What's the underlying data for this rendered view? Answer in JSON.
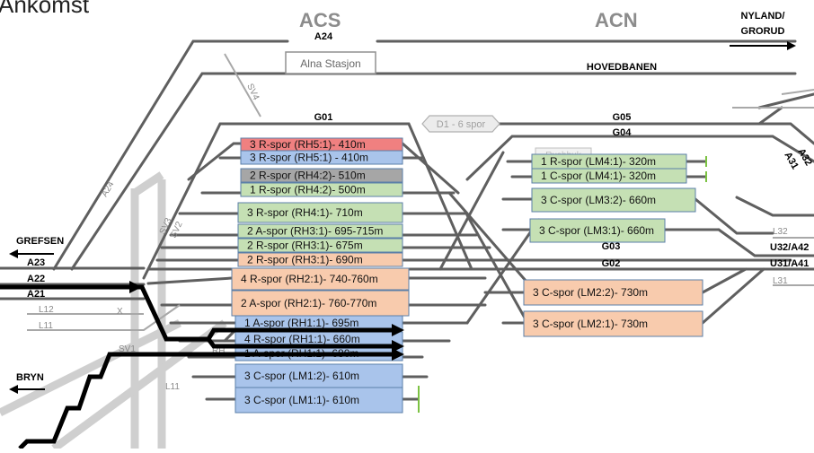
{
  "title": "Ankomst",
  "stations": {
    "acs": "ACS",
    "acn": "ACN"
  },
  "directions": {
    "nyland_line1": "NYLAND/",
    "nyland_line2": "GRORUD",
    "grefsen": "GREFSEN",
    "bryn": "BRYN"
  },
  "station_box": "Alna Stasjon",
  "d1_label": "D1 - 6 spor",
  "track_labels": {
    "a24_top": "A24",
    "hovedbanen": "HOVEDBANEN",
    "g01": "G01",
    "g05": "G05",
    "g04": "G04",
    "g03": "G03",
    "g02": "G02",
    "a32": "A32",
    "a31": "A31",
    "a23": "A23",
    "a22": "A22",
    "a21": "A21",
    "u32": "U32/A42",
    "u31": "U31/A41"
  },
  "grey_labels": {
    "sv4": "SV4",
    "a24_diag": "A24",
    "sv3": "SV3",
    "sv2": "SV2",
    "sv1": "SV1",
    "l12": "L12",
    "l11": "L11",
    "x": "X",
    "l11b": "L11",
    "l32": "L32",
    "l31": "L31",
    "rh": "RH",
    "faded": "Rushbuk"
  },
  "colors": {
    "red": "#f08080",
    "blue": "#a9c4eb",
    "grey": "#a6a6a6",
    "green": "#c5e0b4",
    "orange": "#f8cbad"
  },
  "acs_boxes": [
    {
      "text": "3 R-spor (RH5:1)- 410m",
      "color": "red"
    },
    {
      "text": "3 R-spor (RH5:1) - 410m",
      "color": "blue"
    },
    {
      "text": "2 R-spor (RH4:2)- 510m",
      "color": "grey"
    },
    {
      "text": "1 R-spor (RH4:2)- 500m",
      "color": "green"
    },
    {
      "text": "3 R-spor (RH4:1)- 710m",
      "color": "green"
    },
    {
      "text": "2 A-spor (RH3:1)- 695-715m",
      "color": "green"
    },
    {
      "text": "2 R-spor (RH3:1)- 675m",
      "color": "green"
    },
    {
      "text": "2 R-spor (RH3:1)- 690m",
      "color": "orange"
    },
    {
      "text": "4 R-spor (RH2:1)- 740-760m",
      "color": "orange"
    },
    {
      "text": "2 A-spor (RH2:1)- 760-770m",
      "color": "orange"
    },
    {
      "text": "1 A-spor (RH1:1)- 695m",
      "color": "blue"
    },
    {
      "text": "4 R-spor (RH1:1)- 660m",
      "color": "blue"
    },
    {
      "text": "1 A-spor (RH1:1)- 680m",
      "color": "blue"
    },
    {
      "text": "3 C-spor (LM1:2)- 610m",
      "color": "blue"
    },
    {
      "text": "3 C-spor (LM1:1)- 610m",
      "color": "blue"
    }
  ],
  "acn_boxes": [
    {
      "text": "1 R-spor (LM4:1)- 320m",
      "color": "green"
    },
    {
      "text": "1 C-spor (LM4:1)- 320m",
      "color": "green"
    },
    {
      "text": "3 C-spor (LM3:2)- 660m",
      "color": "green"
    },
    {
      "text": "3 C-spor (LM3:1)- 660m",
      "color": "green"
    },
    {
      "text": "3 C-spor (LM2:2)- 730m",
      "color": "orange"
    },
    {
      "text": "3 C-spor (LM2:1)- 730m",
      "color": "orange"
    }
  ]
}
